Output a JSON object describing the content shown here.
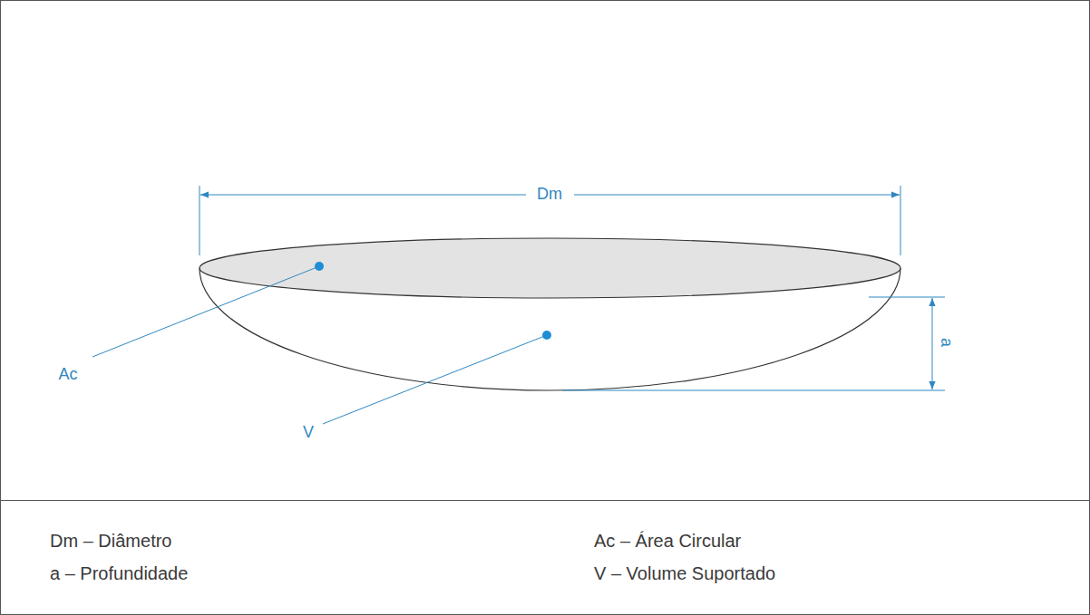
{
  "diagram": {
    "labels": [
      "Dm",
      "a",
      "Ac",
      "V",
      "Dm – Diâmetro",
      "a – Profundidade",
      "Ac – Área Circular",
      "V – Volume Suportado"
    ]
  }
}
